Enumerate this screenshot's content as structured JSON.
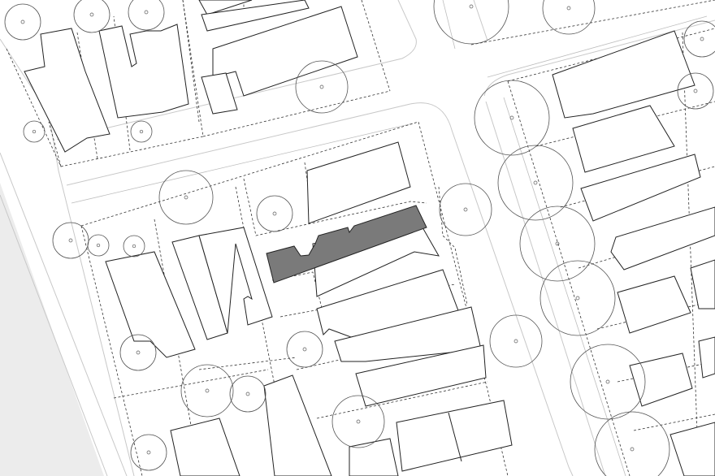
{
  "map": {
    "style": "site-plan",
    "colors": {
      "background": "#ffffff",
      "building_outline": "#222222",
      "highlighted_building": "#7a7a7a",
      "roadside_strip": "#ececec",
      "tree_outline": "#555555",
      "road_edge": "#bdbdbd"
    },
    "features": {
      "highlighted_building": "highlighted-building",
      "tree_canopy": "tree-canopy",
      "building_footprint": "building-footprint",
      "parcel_line": "parcel-line"
    }
  }
}
